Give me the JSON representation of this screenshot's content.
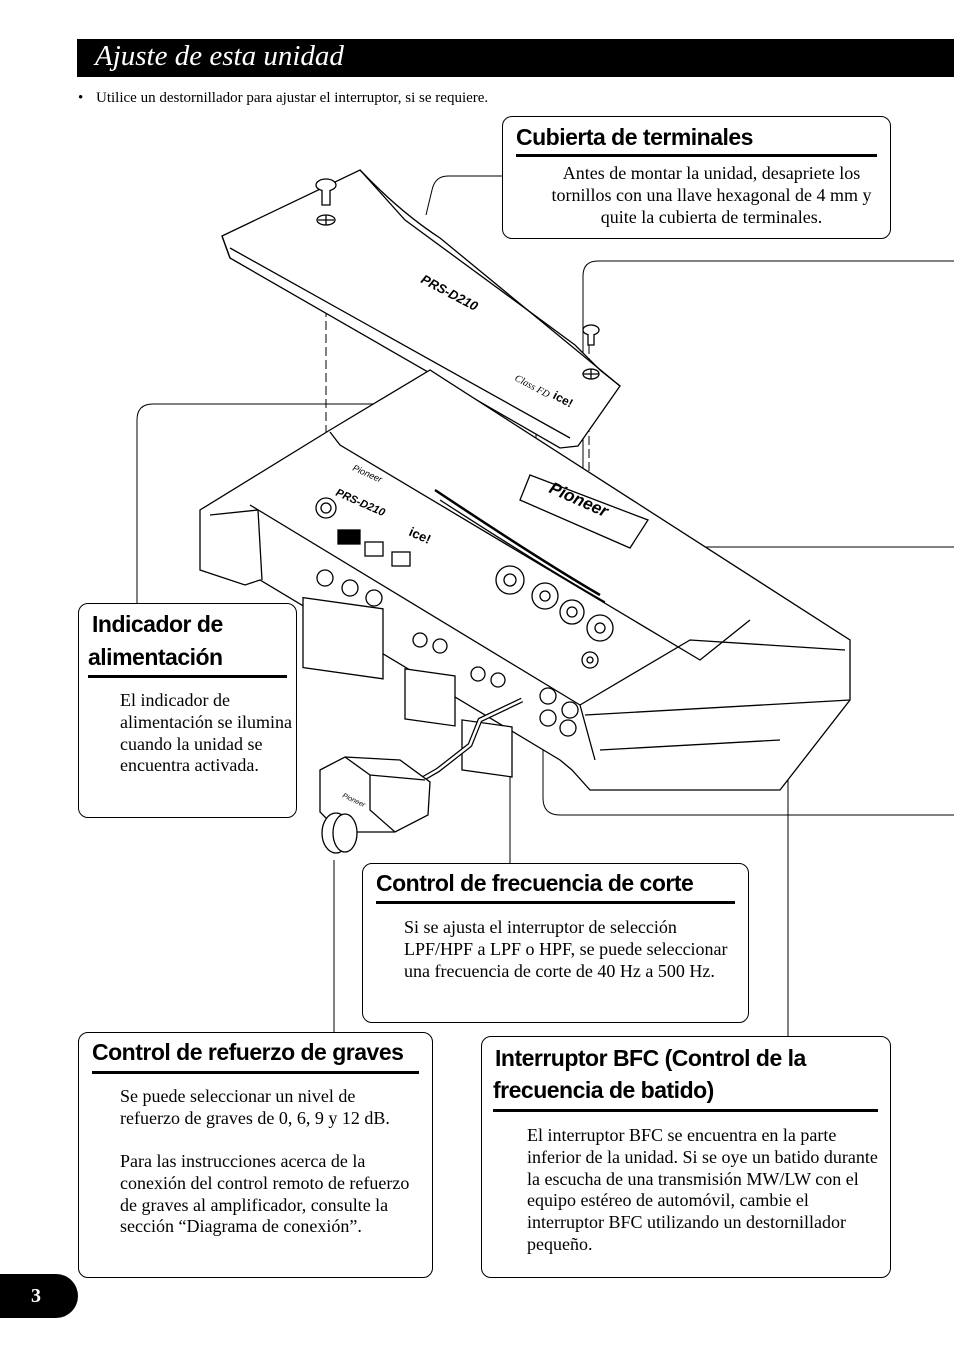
{
  "header": {
    "title": "Ajuste de esta unidad"
  },
  "intro": {
    "bullet": "•",
    "text": "Utilice un destornillador para ajustar el interruptor, si se requiere."
  },
  "callouts": {
    "terminal_cover": {
      "title": "Cubierta de terminales",
      "body": "Antes de montar la unidad, desapriete los tornillos con una llave hexagonal de 4 mm y quite la cubierta de terminales."
    },
    "power_indicator": {
      "title_line1": "Indicador de",
      "title_line2": "alimentación",
      "body": "El indicador de alimentación se ilumina cuando la unidad se encuentra activada."
    },
    "cutoff_frequency": {
      "title": "Control de frecuencia de corte",
      "body": "Si se ajusta el interruptor de selección LPF/HPF a LPF o HPF, se puede seleccionar una frecuencia de corte de 40 Hz a 500 Hz."
    },
    "bass_boost": {
      "title": "Control de refuerzo de graves",
      "body_p1": "Se puede seleccionar un nivel de refuerzo de graves de 0, 6, 9 y 12 dB.",
      "body_p2": "Para las instrucciones acerca de la conexión del control remoto de refuerzo de graves al amplificador, consulte la sección “Diagrama de conexión”."
    },
    "bfc_switch": {
      "title_line1": "Interruptor BFC (Control de la",
      "title_line2": "frecuencia de batido)",
      "body": "El interruptor BFC se encuentra en la parte inferior de la unidad. Si se oye un batido durante la escucha de una transmisión MW/LW con el equipo estéreo de automóvil, cambie el interruptor BFC utilizando un destornillador pequeño."
    }
  },
  "illustration": {
    "brand": "Pioneer",
    "model": "PRS-D210",
    "class_label": "Class FD",
    "ice_label": "ice!"
  },
  "footer": {
    "page_number": "3"
  }
}
